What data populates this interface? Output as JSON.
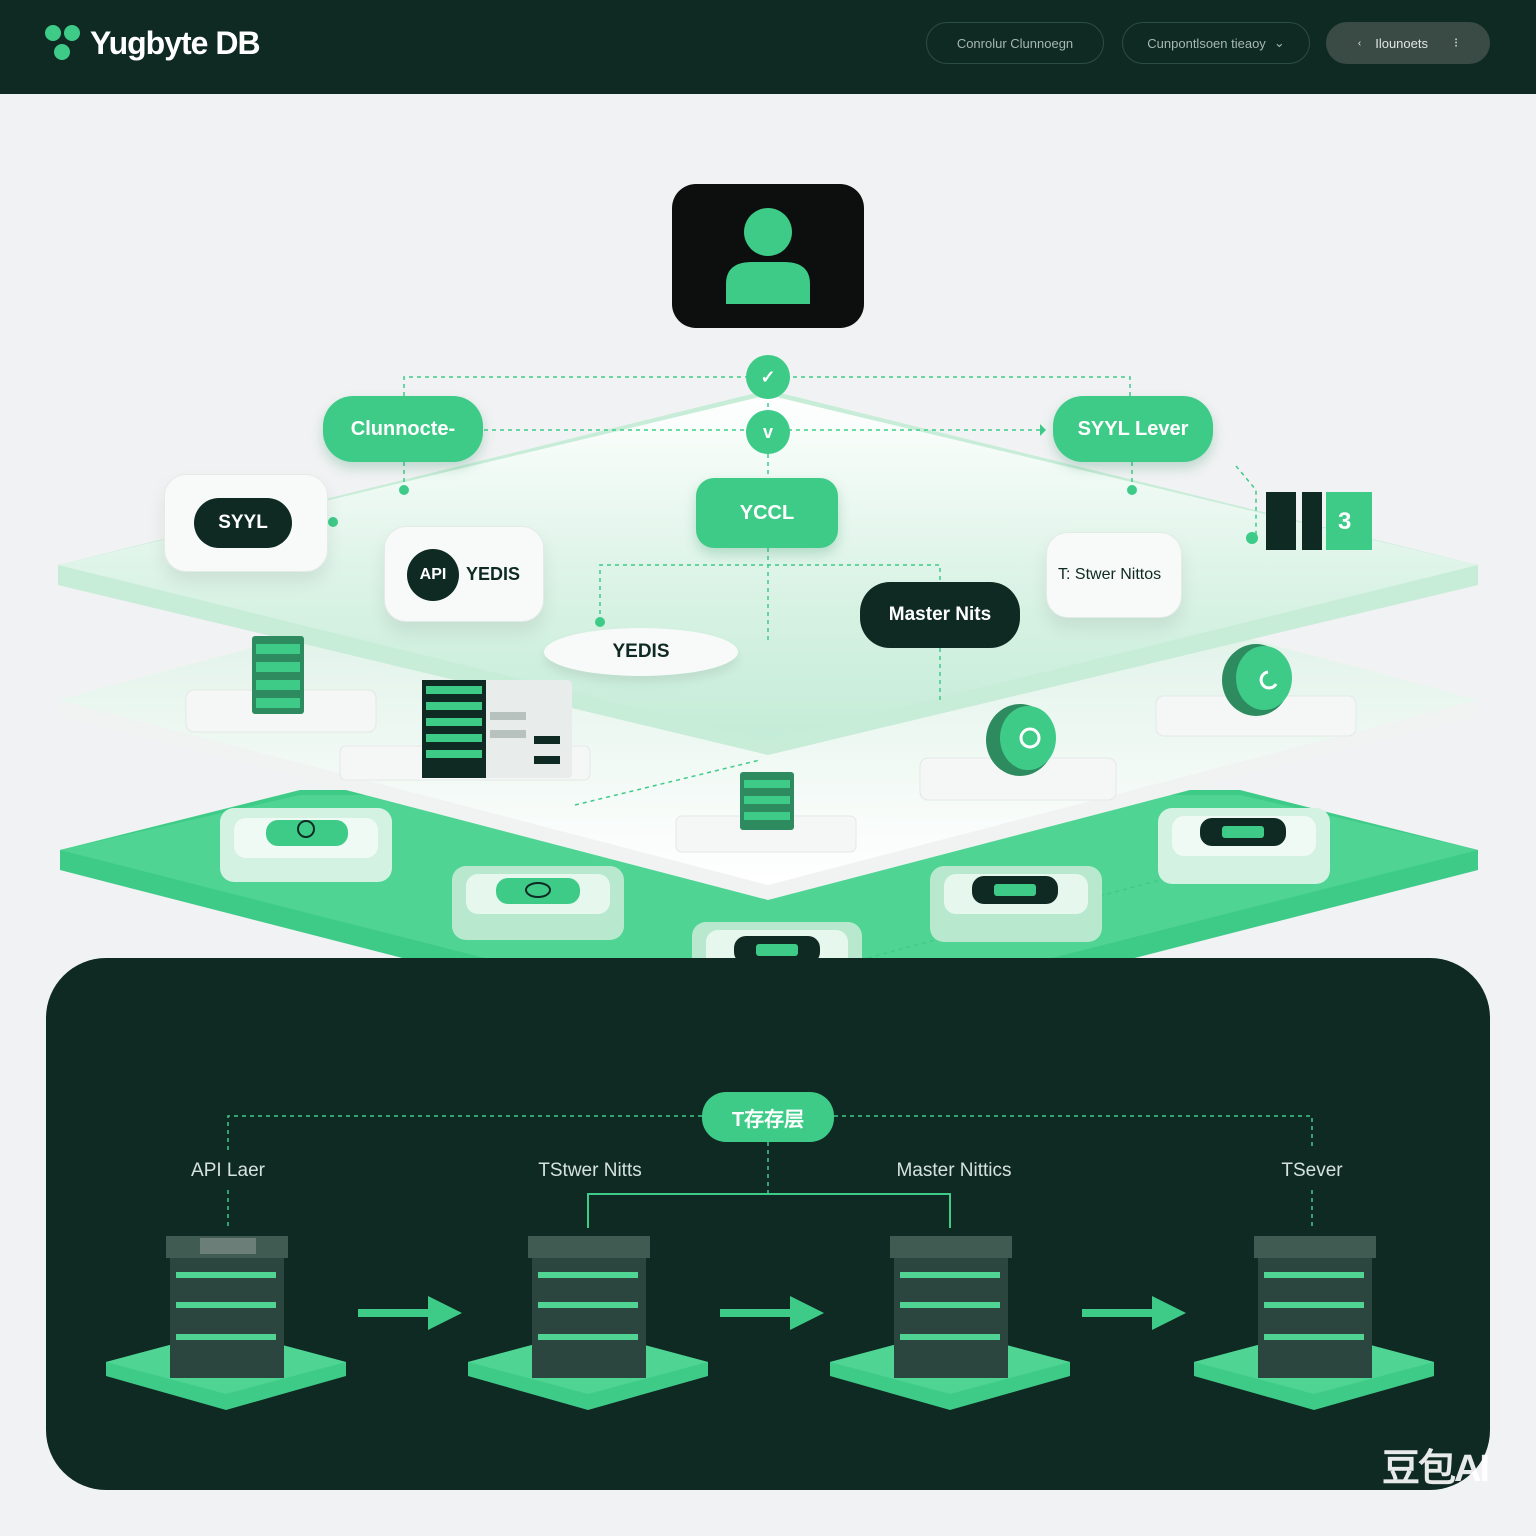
{
  "header": {
    "brand": "Yugbyte DB",
    "buttons": [
      {
        "label": "Conrolur Clunnoegn"
      },
      {
        "label": "Cunpontlsoen tieaoy"
      },
      {
        "label": "Ilounoets"
      }
    ]
  },
  "top_layer": {
    "checks": [
      "✓",
      "v"
    ],
    "nodes": {
      "clunnocte": "Clunnocte-",
      "syyl_lever": "SYYL Lever",
      "yccl": "YCCL",
      "syyl": "SYYL",
      "api": "API",
      "yedis1": "YEDIS",
      "yedis2": "YEDIS",
      "master_nits": "Master Nits",
      "tserver_nittos": "T: Stwer Nittos",
      "counter": "3"
    }
  },
  "bottom_panel": {
    "title": "T存存层",
    "columns": [
      {
        "label": "API Laer"
      },
      {
        "label": "TStwer Nitts"
      },
      {
        "label": "Master Nittics"
      },
      {
        "label": "TSever"
      }
    ]
  },
  "watermark": "豆包AI",
  "colors": {
    "brand_dark": "#0f2a23",
    "accent": "#3ecb88",
    "panel": "#f1f2f3"
  }
}
